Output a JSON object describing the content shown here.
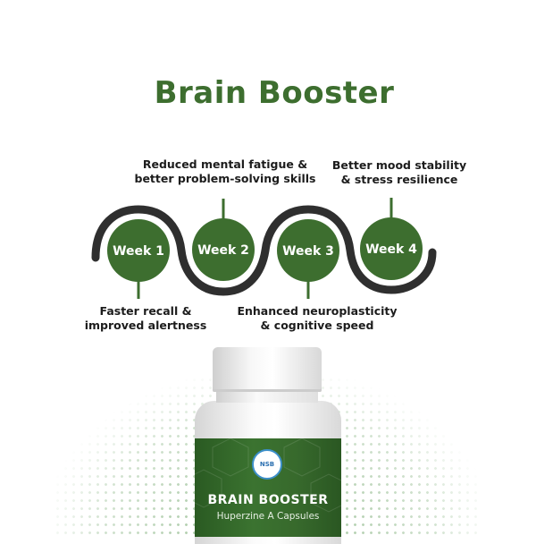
{
  "title": "Brain Booster",
  "weeks": [
    {
      "label": "Week 1",
      "benefit_line1": "Faster recall &",
      "benefit_line2": "improved alertness"
    },
    {
      "label": "Week 2",
      "benefit_line1": "Reduced mental fatigue &",
      "benefit_line2": "better problem-solving skills"
    },
    {
      "label": "Week 3",
      "benefit_line1": "Enhanced neuroplasticity",
      "benefit_line2": "& cognitive speed"
    },
    {
      "label": "Week 4",
      "benefit_line1": "Better mood stability",
      "benefit_line2": "& stress resilience"
    }
  ],
  "product": {
    "logo_text": "NSB",
    "name": "BRAIN BOOSTER",
    "subtitle": "Huperzine A Capsules"
  },
  "colors": {
    "green": "#3d6e2f",
    "wave": "#333333"
  }
}
